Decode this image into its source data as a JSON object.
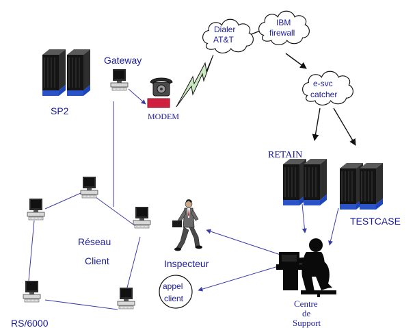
{
  "colors": {
    "label_blue": "#1a1aa0",
    "link_blue": "#3c3ca8",
    "rack_dark": "#141414",
    "rack_base": "#2b53c8",
    "modem_red": "#d02040",
    "bolt_green": "#c9e8c0"
  },
  "labels": {
    "sp2": "SP2",
    "gateway": "Gateway",
    "modem": "MODEM",
    "dialer_line1": "Dialer",
    "dialer_line2": "AT&T",
    "ibm_line1": "IBM",
    "ibm_line2": "firewall",
    "esvc_line1": "e-svc",
    "esvc_line2": "catcher",
    "retain": "RETAIN",
    "testcase": "TESTCASE",
    "reseau_line1": "Réseau",
    "reseau_line2": "Client",
    "inspecteur": "Inspecteur",
    "appel_line1": "appel",
    "appel_line2": "client",
    "centre_line1": "Centre",
    "centre_line2": "de",
    "centre_line3": "Support",
    "rs6000": "RS/6000"
  },
  "icons": [
    "server-rack-icon",
    "workstation-icon",
    "telephone-icon",
    "modem-icon",
    "lightning-bolt-icon",
    "cloud-icon",
    "walking-person-icon",
    "seated-operator-icon"
  ]
}
